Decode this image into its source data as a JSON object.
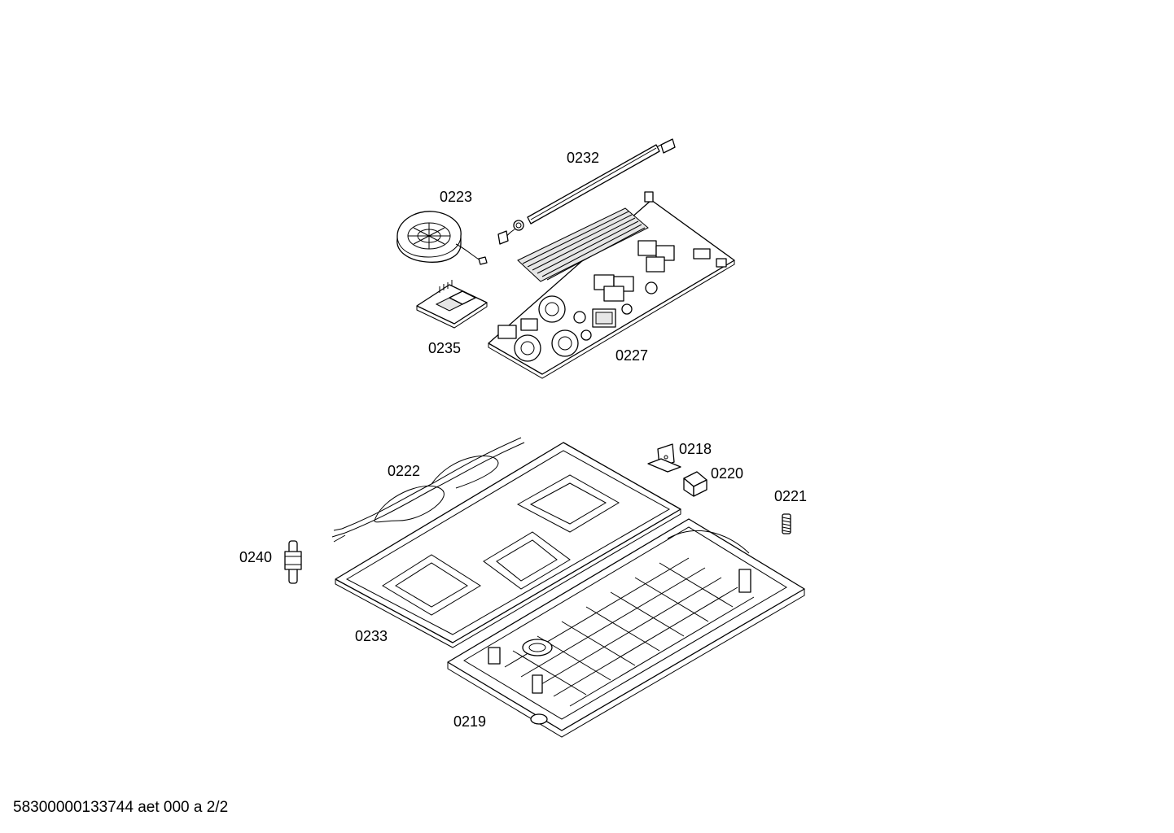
{
  "parts": [
    {
      "id": "p0232",
      "label": "0232"
    },
    {
      "id": "p0223",
      "label": "0223"
    },
    {
      "id": "p0235",
      "label": "0235"
    },
    {
      "id": "p0227",
      "label": "0227"
    },
    {
      "id": "p0218",
      "label": "0218"
    },
    {
      "id": "p0220",
      "label": "0220"
    },
    {
      "id": "p0222",
      "label": "0222"
    },
    {
      "id": "p0221",
      "label": "0221"
    },
    {
      "id": "p0240",
      "label": "0240"
    },
    {
      "id": "p0233",
      "label": "0233"
    },
    {
      "id": "p0219",
      "label": "0219"
    }
  ],
  "footer": "58300000133744 aet 000 a 2/2"
}
